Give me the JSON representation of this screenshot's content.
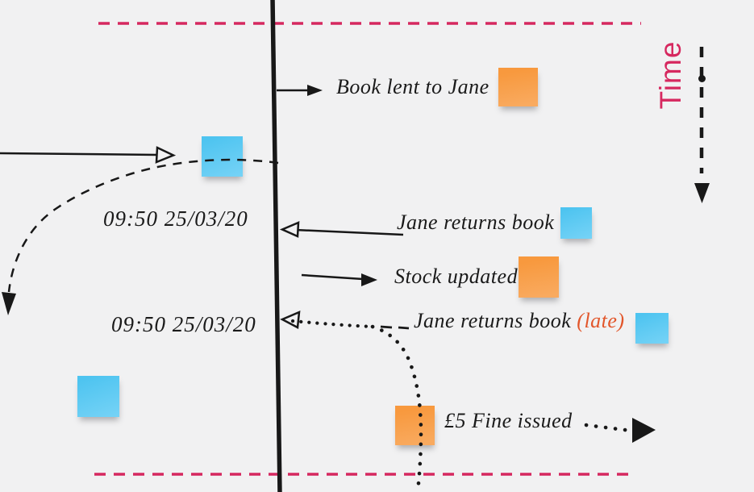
{
  "colors": {
    "background": "#f1f1f2",
    "ink": "#1a1a1a",
    "accent_pink": "#d6285f",
    "sticky_orange": "#f89b45",
    "sticky_blue": "#57c8f2",
    "late_text": "#e2562b"
  },
  "time_axis": {
    "label": "Time"
  },
  "events": [
    {
      "label": "Book lent to Jane",
      "note": "orange"
    },
    {
      "timestamp": "09:50 25/03/20",
      "label": "Jane returns book",
      "note": "blue"
    },
    {
      "label": "Stock updated",
      "note": "orange"
    },
    {
      "timestamp": "09:50 25/03/20",
      "label": "Jane returns book ",
      "suffix": "(late)",
      "note": "blue"
    },
    {
      "label": "£5 Fine issued",
      "note": "orange"
    }
  ]
}
